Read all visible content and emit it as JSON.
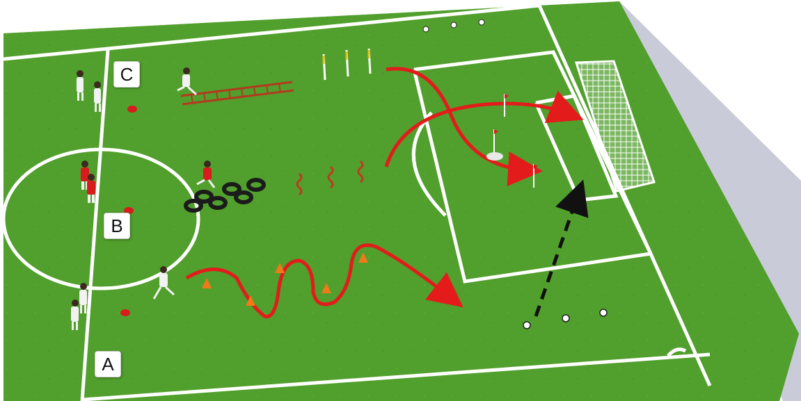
{
  "stations": [
    {
      "id": "c",
      "label": "C"
    },
    {
      "id": "b",
      "label": "B"
    },
    {
      "id": "a",
      "label": "A"
    }
  ],
  "colors": {
    "pitch": "#4c9a2a",
    "pitch_light": "#5fb534",
    "lines": "#ffffff",
    "run_path": "#e31b1b",
    "pass_arrow": "#111111",
    "team_red": "#d61c1c",
    "team_white": "#f2f2f2",
    "cone": "#f07a1a",
    "ladder": "#c0392b",
    "tyre": "#1b1b1b"
  },
  "icons": [
    "player-icon",
    "cone-icon",
    "agility-ladder-icon",
    "tyre-icon",
    "pole-icon",
    "flag-icon",
    "ball-icon",
    "goal-icon",
    "marker-disc-icon"
  ]
}
